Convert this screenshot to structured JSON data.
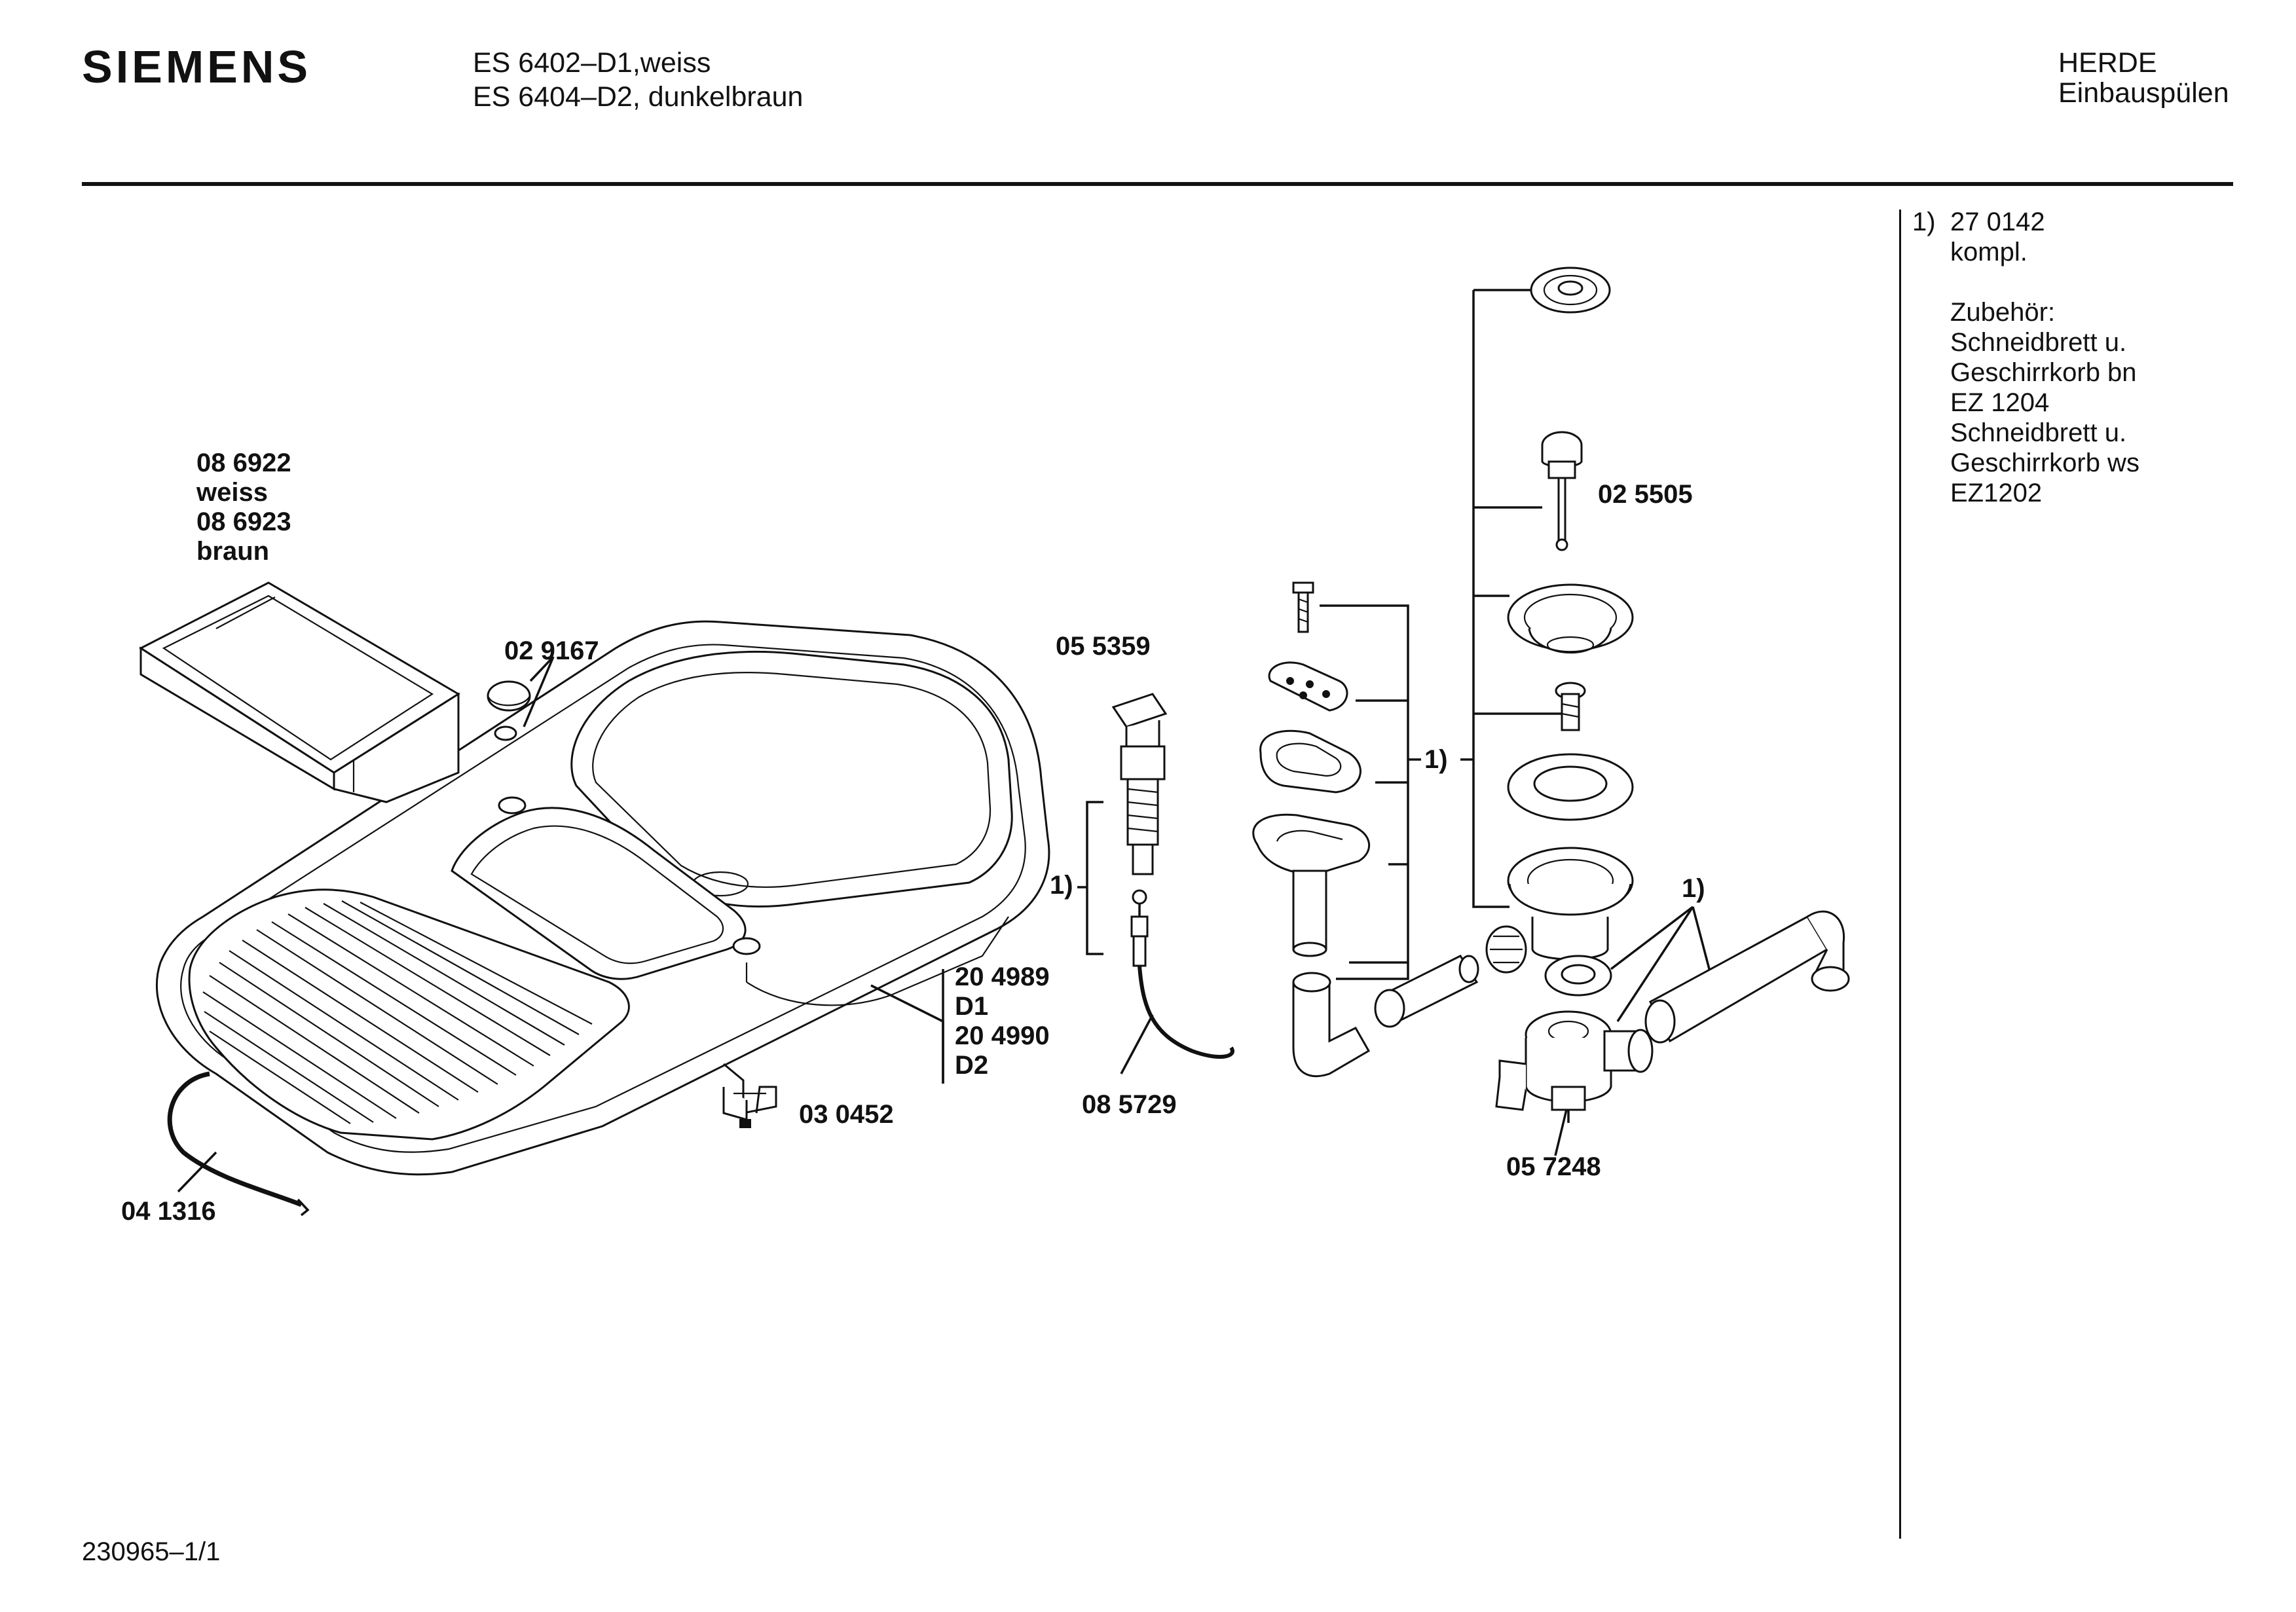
{
  "header": {
    "brand": "SIEMENS",
    "model_line_1": "ES 6402–D1,weiss",
    "model_line_2": "ES 6404–D2, dunkelbraun",
    "category_line_1": "HERDE",
    "category_line_2": "Einbauspülen"
  },
  "notes": {
    "marker": "1)",
    "lines": [
      "27 0142",
      "kompl.",
      "",
      "Zubehör:",
      "Schneidbrett u.",
      "Geschirrkorb bn",
      "EZ 1204",
      "Schneidbrett u.",
      "Geschirrkorb ws",
      "EZ1202"
    ]
  },
  "labels": {
    "tray_code_1": "08 6922",
    "tray_color_1": "weiss",
    "tray_code_2": "08 6923",
    "tray_color_2": "braun",
    "cap": "02 9167",
    "knob": "05 5359",
    "sink_d1_code": "20 4989",
    "sink_d1": "D1",
    "sink_d2_code": "20 4990",
    "sink_d2": "D2",
    "clamp": "03 0452",
    "cable": "08 5729",
    "seal_strip": "04 1316",
    "plug": "02 5505",
    "siphon": "05 7248",
    "ref_knob": "1)",
    "ref_overflow": "1)",
    "ref_pipe": "1)"
  },
  "footer": {
    "doc_number": "230965–1/1"
  }
}
